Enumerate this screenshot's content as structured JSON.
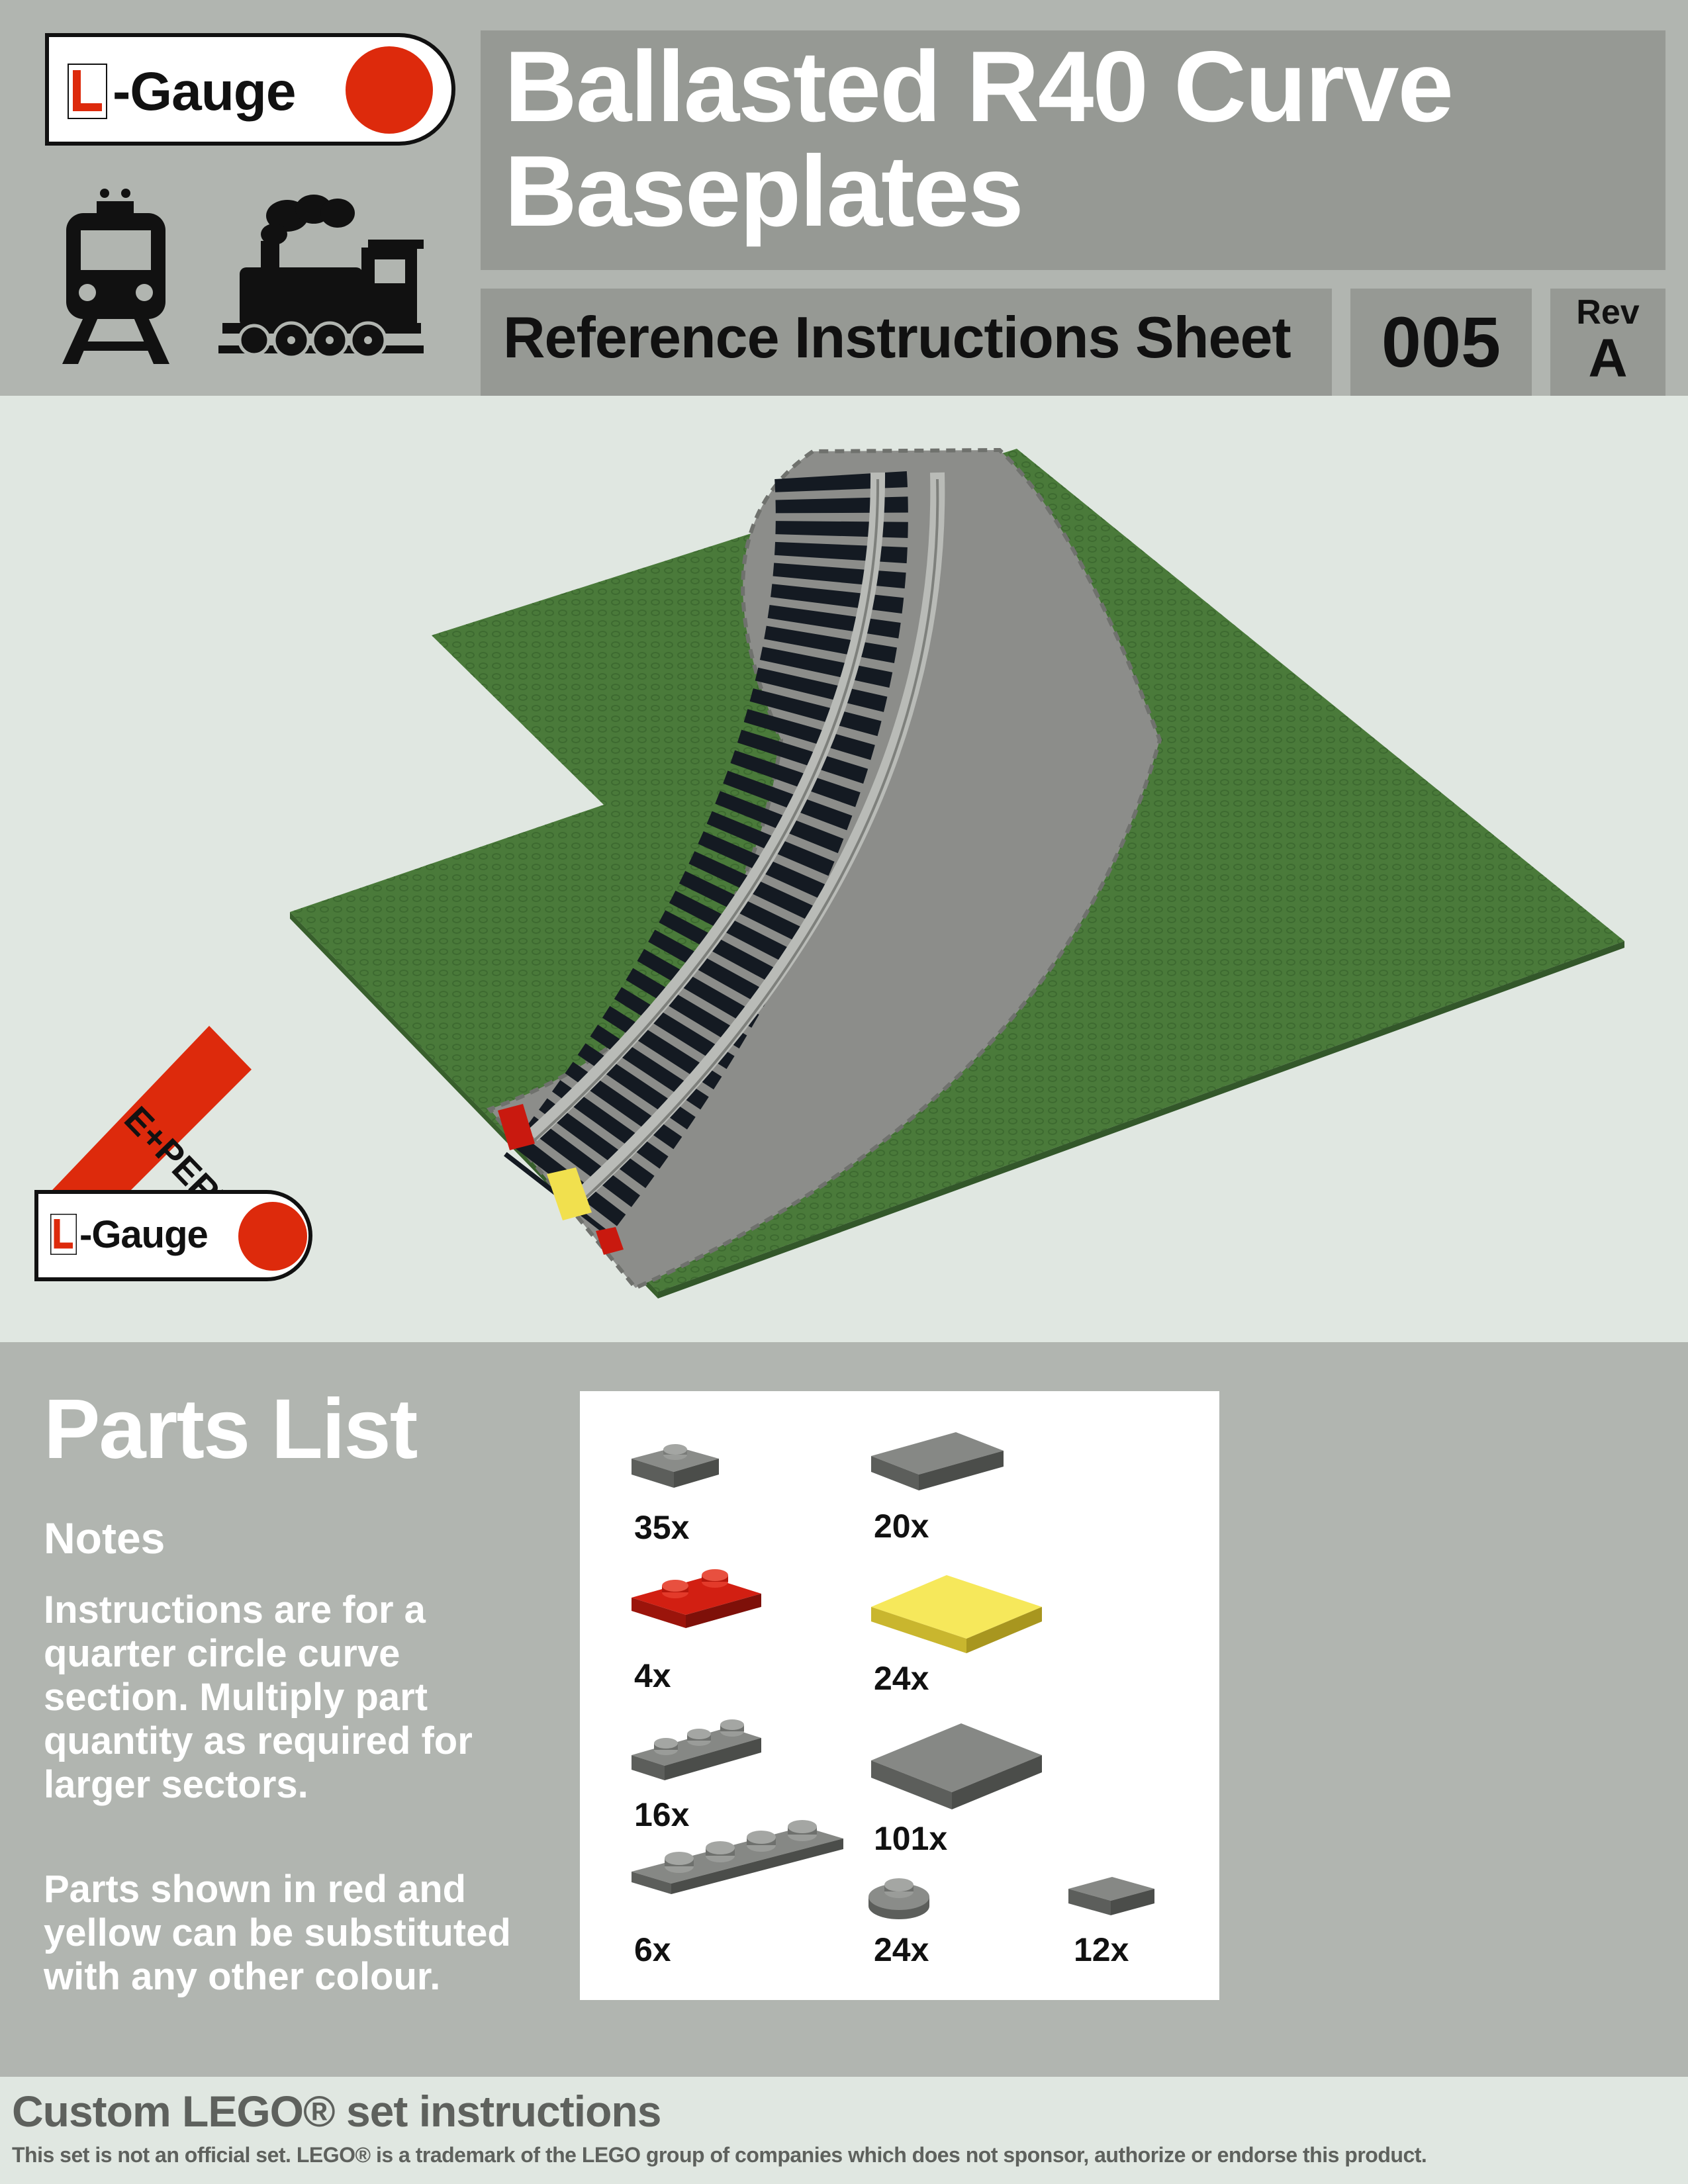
{
  "header": {
    "logo_text": "-Gauge",
    "title_line1": "Ballasted R40 Curve",
    "title_line2": "Baseplates",
    "subtitle": "Reference Instructions Sheet",
    "sheet_number": "005",
    "rev_label": "Rev",
    "rev_value": "A"
  },
  "icons": [
    "tram-icon",
    "steam-locomotive-icon",
    "track-curve-illustration"
  ],
  "badge": {
    "expert_text": "E+PERT",
    "logo_text": "-Gauge"
  },
  "parts": {
    "heading": "Parts List",
    "notes_heading": "Notes",
    "notes_para1": "Instructions are for a quarter circle curve section.  Multiply part quantity as required for larger sectors.",
    "notes_para2": "Parts shown in red and yellow can be substituted with any other colour.",
    "items": [
      {
        "qty": "35x",
        "color": "#6b6d6a"
      },
      {
        "qty": "20x",
        "color": "#6b6d6a"
      },
      {
        "qty": "4x",
        "color": "#c9190f"
      },
      {
        "qty": "24x",
        "color": "#f1e04e"
      },
      {
        "qty": "16x",
        "color": "#6b6d6a"
      },
      {
        "qty": "101x",
        "color": "#6b6d6a"
      },
      {
        "qty": "6x",
        "color": "#6b6d6a"
      },
      {
        "qty": "24x",
        "color": "#6b6d6a"
      },
      {
        "qty": "12x",
        "color": "#6b6d6a"
      }
    ]
  },
  "footer": {
    "title": "Custom LEGO® set instructions",
    "disclaimer": "This set is not an official set.  LEGO® is a trademark of the LEGO group of companies which does not sponsor, authorize or endorse this product."
  },
  "colors": {
    "header_bg": "#b1b5b0",
    "panel_bg": "#969994",
    "page_bg": "#e0e7e1",
    "baseplate_green": "#4a7a3a",
    "ballast_grey": "#8c8d8a",
    "sleeper_black": "#141a22",
    "rail_grey": "#b9bbb7",
    "logo_red": "#dd2a0c"
  }
}
